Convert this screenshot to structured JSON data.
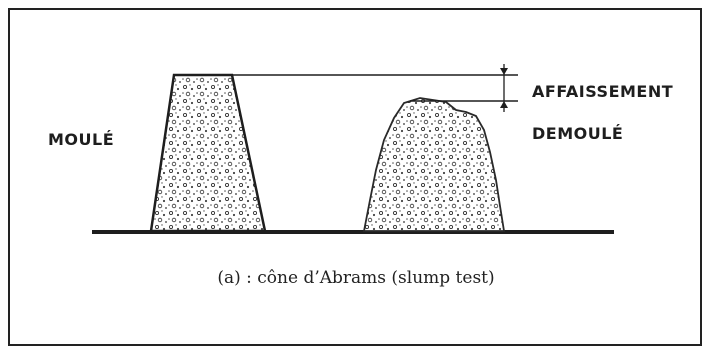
{
  "labels": {
    "molded": "MOULÉ",
    "slump": "AFFAISSEMENT",
    "demolded": "DEMOULÉ"
  },
  "caption": "(a) : cône d’Abrams (slump test)",
  "colors": {
    "ink": "#1e1e1e",
    "frame": "#222222",
    "background": "#ffffff"
  }
}
